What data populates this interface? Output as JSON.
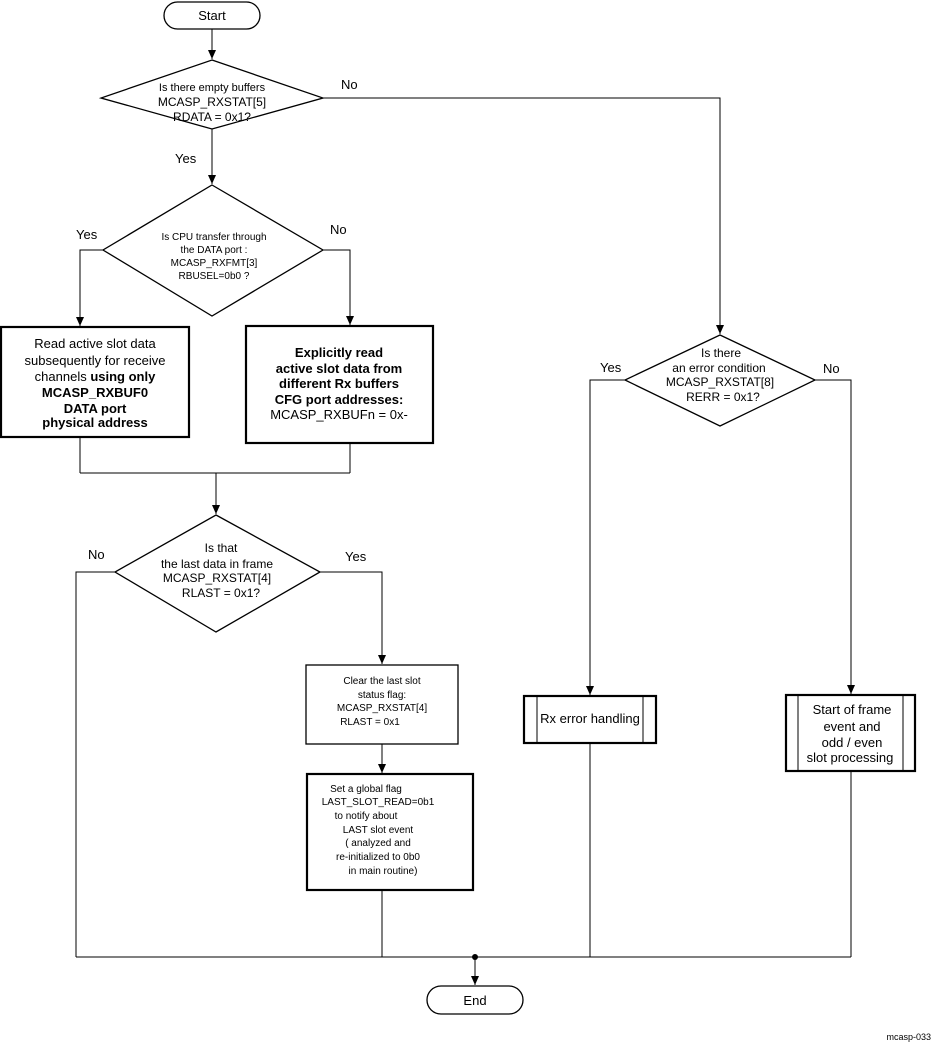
{
  "start": "Start",
  "end": "End",
  "figure_id": "mcasp-033",
  "decision_empty": {
    "lines": [
      "Is there empty  buffers",
      "MCASP_RXSTAT[5]",
      "RDATA = 0x1?"
    ],
    "yes": "Yes",
    "no": "No"
  },
  "decision_cpu": {
    "lines": [
      "Is CPU transfer through",
      "the DATA port :",
      "MCASP_RXFMT[3]",
      "RBUSEL=0b0 ?"
    ],
    "yes": "Yes",
    "no": "No"
  },
  "box_read_active": {
    "line1": "Read active slot data",
    "line2": "subsequently  for receive",
    "line3_prefix": "channels ",
    "line3_bold": "using  only",
    "line4": "MCASP_RXBUF0",
    "line5": "DATA port",
    "line6": "physical address"
  },
  "box_explicit": {
    "line1": "Explicitly read",
    "line2": "active slot data from",
    "line3": "different Rx buffers",
    "line4": "CFG port addresses:",
    "line5": "MCASP_RXBUFn = 0x-"
  },
  "decision_last": {
    "lines": [
      "Is that",
      "the last data in frame",
      "MCASP_RXSTAT[4]",
      "RLAST = 0x1?"
    ],
    "yes": "Yes",
    "no": "No"
  },
  "box_clear": {
    "lines": [
      "Clear the last slot",
      "status flag:",
      "MCASP_RXSTAT[4]",
      "RLAST = 0x1"
    ]
  },
  "box_global": {
    "lines": [
      "Set a global flag",
      "LAST_SLOT_READ=0b1",
      "to notify about",
      "LAST  slot event",
      "( analyzed and",
      "re-initialized to 0b0",
      "in main routine)"
    ]
  },
  "decision_error": {
    "lines": [
      "Is there",
      "an error condition",
      "MCASP_RXSTAT[8]",
      "RERR = 0x1?"
    ],
    "yes": "Yes",
    "no": "No"
  },
  "box_rx_error": {
    "label": "Rx error handling"
  },
  "box_frame": {
    "lines": [
      "Start of frame",
      "event and",
      "odd / even",
      "slot processing"
    ]
  }
}
